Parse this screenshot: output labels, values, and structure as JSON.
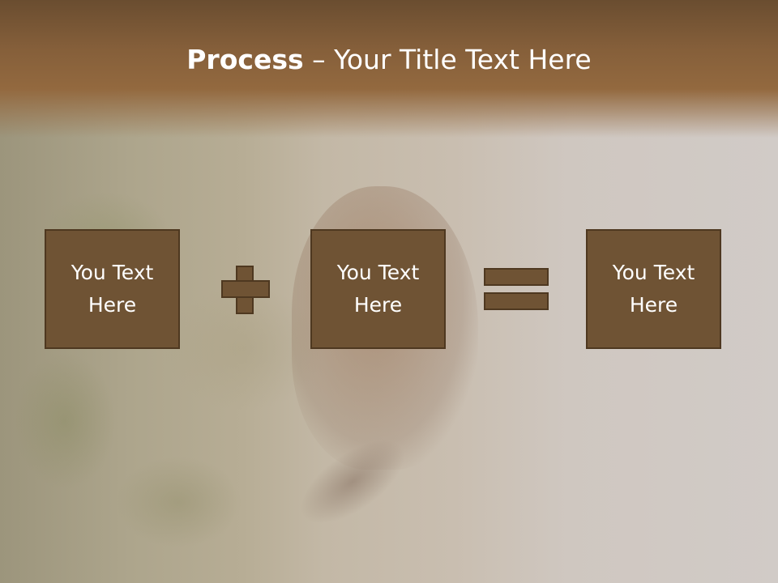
{
  "title": {
    "bold": "Process",
    "rest": " – Your Title Text Here"
  },
  "boxes": [
    {
      "label": "You Text\nHere"
    },
    {
      "label": "You Text\nHere"
    },
    {
      "label": "You Text\nHere"
    }
  ],
  "operators": [
    "plus-icon",
    "equals-icon"
  ],
  "colors": {
    "header": "#855f3a",
    "box_fill": "#6f5334",
    "box_border": "#4e3820",
    "text": "#ffffff"
  }
}
